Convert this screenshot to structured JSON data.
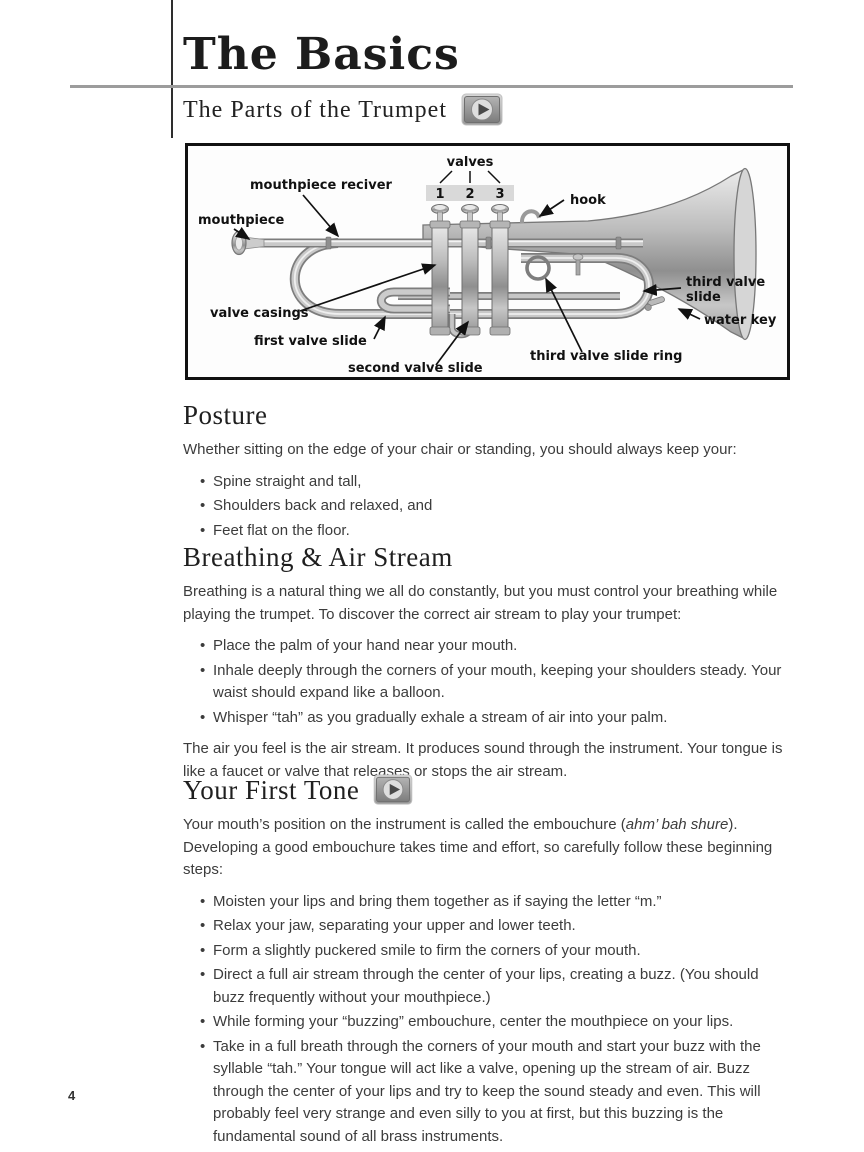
{
  "page": {
    "number": "4"
  },
  "header": {
    "title": "The Basics",
    "subtitle": "The Parts of the Trumpet",
    "subtitle_icon": "video-play-icon"
  },
  "colors": {
    "heading_text": "#1c1c1c",
    "body_text": "#3c3c3c",
    "rule_gray": "#9c9c9c",
    "diagram_border": "#111111",
    "number_strip_gray": "#d9d9d9",
    "icon_gray": "#8a8a8a"
  },
  "diagram": {
    "labels": {
      "valves": "valves",
      "valve_numbers": [
        "1",
        "2",
        "3"
      ],
      "mouthpiece_receiver": "mouthpiece reciver",
      "mouthpiece": "mouthpiece",
      "hook": "hook",
      "valve_casings": "valve casings",
      "first_valve_slide": "first valve slide",
      "second_valve_slide": "second valve slide",
      "third_valve_slide_ring": "third valve slide ring",
      "third_valve_slide": [
        "third valve",
        "slide"
      ],
      "water_key": "water key"
    }
  },
  "sections": {
    "posture": {
      "heading": "Posture",
      "intro": "Whether sitting on the edge of your chair or standing, you should always keep your:",
      "bullets": [
        "Spine straight and tall,",
        "Shoulders back and relaxed, and",
        "Feet flat on the floor."
      ]
    },
    "breathing": {
      "heading": "Breathing & Air Stream",
      "intro": "Breathing is a natural thing we all do constantly, but you must control your breathing while playing the trumpet. To discover the correct air stream to play your trumpet:",
      "bullets": [
        "Place the palm of your hand near your mouth.",
        "Inhale deeply through the corners of your mouth, keeping your shoulders steady. Your waist should expand like a balloon.",
        "Whisper “tah” as you gradually exhale a stream of air into your palm."
      ],
      "outro": "The air you feel is the air stream. It produces sound through the instrument. Your tongue is like a faucet or valve that releases or stops the air stream."
    },
    "first_tone": {
      "heading": "Your First Tone",
      "heading_icon": "video-play-icon",
      "intro_pre": "Your mouth’s position on the instrument is called the embouchure (",
      "intro_italic": "ahm’ bah shure",
      "intro_post": "). Developing a good embouchure takes time and effort, so carefully follow these beginning steps:",
      "bullets": [
        "Moisten your lips and bring them together as if saying the letter “m.”",
        "Relax your jaw, separating your upper and lower teeth.",
        "Form a slightly puckered smile to firm the corners of your mouth.",
        "Direct a full air stream through the center of your lips, creating a buzz. (You should buzz frequently without your mouthpiece.)",
        "While forming your “buzzing” embouchure, center the mouthpiece on your lips.",
        "Take in a full breath through the corners of your mouth and start your buzz with the syllable “tah.” Your tongue will act like a valve, opening up the stream of air. Buzz through the center of your lips and try to keep the sound steady and even. This will probably feel very strange and even silly to you at first, but this buzzing is the fundamental sound of all brass instruments."
      ]
    }
  }
}
